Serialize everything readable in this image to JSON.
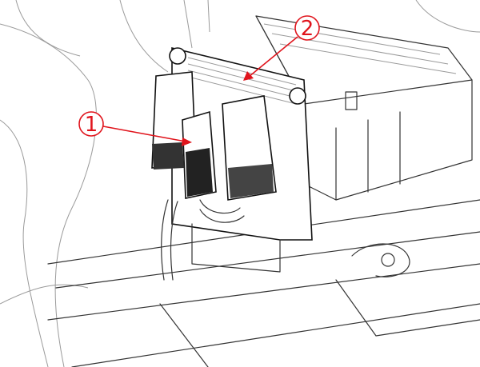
{
  "callouts": [
    {
      "number": "1",
      "target": "connector"
    },
    {
      "number": "2",
      "target": "control-module"
    }
  ],
  "colors": {
    "callout": "#e0141c",
    "line": "#333333",
    "background": "#ffffff"
  }
}
